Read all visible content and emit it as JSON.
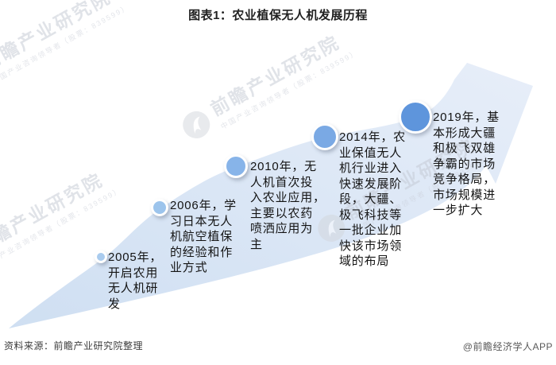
{
  "title": "图表1：农业植保无人机发展历程",
  "milestones": [
    {
      "year": "2005",
      "color": "#a9cbee",
      "lines": [
        "2005年，",
        "开启农用",
        "无人机研",
        "发"
      ]
    },
    {
      "year": "2006",
      "color": "#9cc4ec",
      "lines": [
        "2006年，学",
        "习日本无人",
        "机航空植保",
        "的经验和作",
        "业方式"
      ]
    },
    {
      "year": "2010",
      "color": "#87b4e9",
      "lines": [
        "2010年，无",
        "人机首次投",
        "入农业应用，",
        "主要以农药",
        "喷洒应用为",
        "主"
      ]
    },
    {
      "year": "2014",
      "color": "#7aa9e4",
      "lines": [
        "2014年，农",
        "业保值无人",
        "机行业进入",
        "快速发展阶",
        "段，大疆、",
        "极飞科技等",
        "一批企业加",
        "快该市场领",
        "域的布局"
      ]
    },
    {
      "year": "2019",
      "color": "#5e95dc",
      "lines": [
        "2019年，基",
        "本形成大疆",
        "和极飞双雄",
        "争霸的市场",
        "竞争格局，",
        "市场规模进",
        "一步扩大"
      ]
    }
  ],
  "watermark": {
    "brand": "前瞻产业研究院",
    "tagline": "中国产业咨询领导者（股票：839599）"
  },
  "footer": {
    "source": "资料来源：前瞻产业研究院整理",
    "credit": "@前瞻经济学人APP"
  },
  "colors": {
    "arrow_tail": "#cfdff2",
    "arrow_head": "#e7eef9",
    "circle_ring": "#ffffff"
  }
}
